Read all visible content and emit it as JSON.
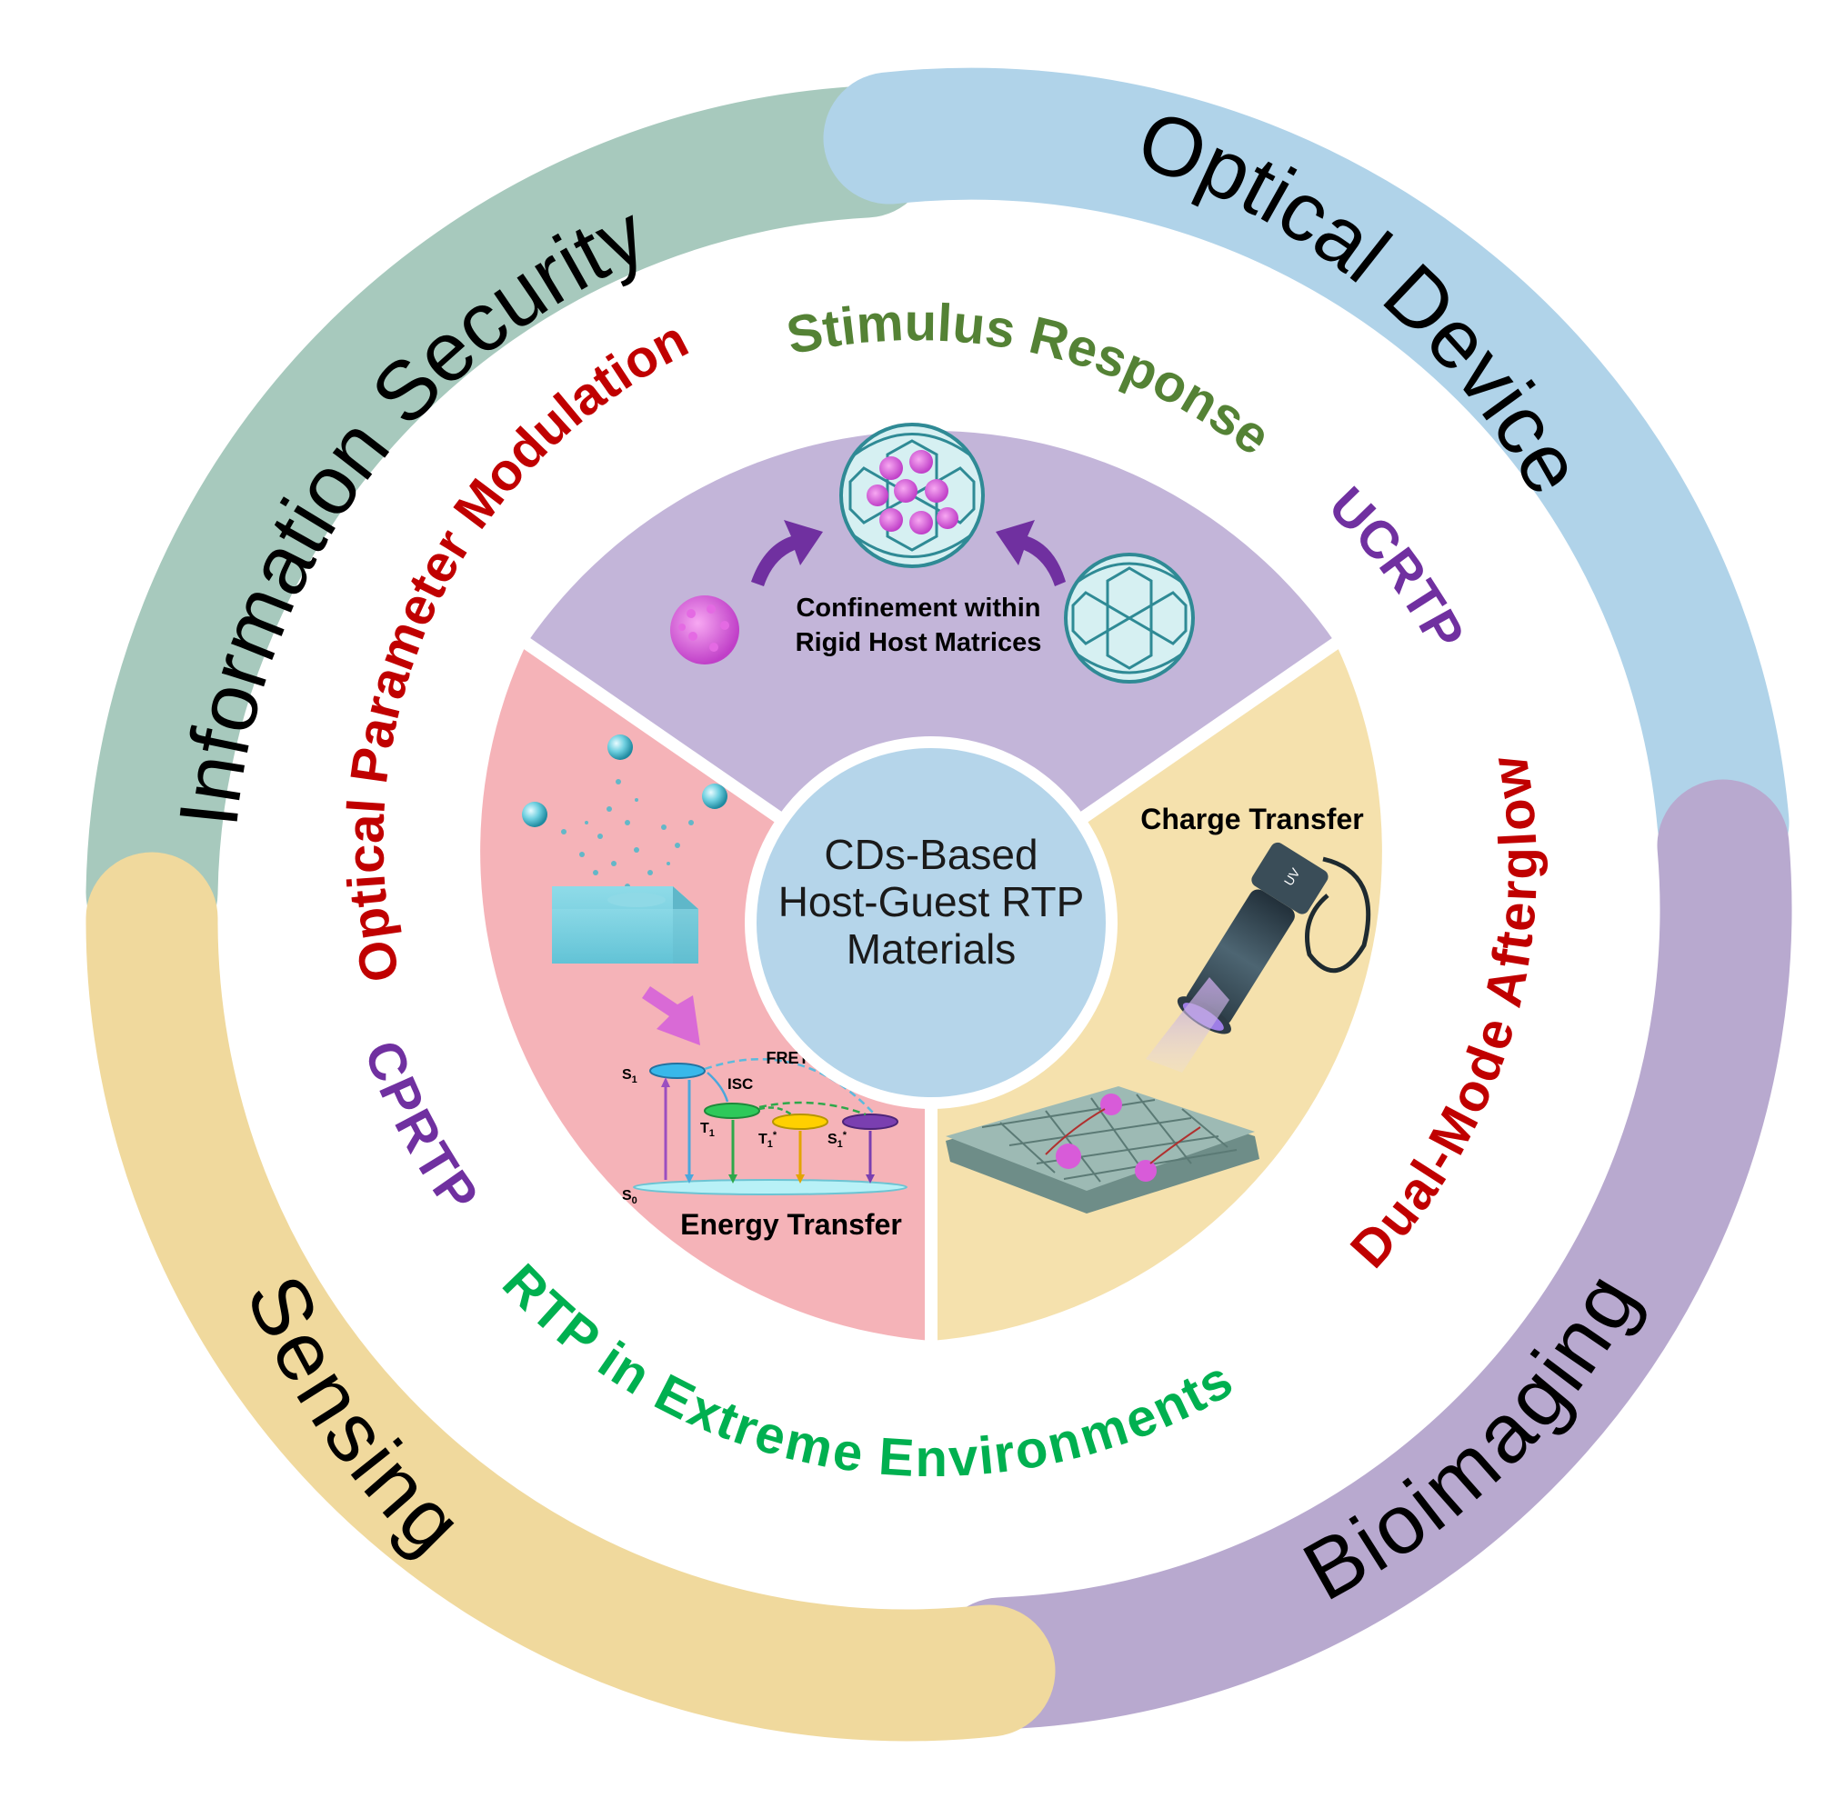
{
  "outer_ring": {
    "information_security": "Information Security",
    "optical_device": "Optical Device",
    "bioimaging": "Bioimaging",
    "sensing": "Sensing"
  },
  "middle_ring": {
    "stimulus_response": "Stimulus Response",
    "optical_parameter_modulation": "Optical Parameter Modulation",
    "ucrtp": "UCRTP",
    "dual_mode_afterglow": "Dual-Mode Afterglow",
    "cprtp": "CPRTP",
    "rtp_extreme": "RTP in Extreme Environments"
  },
  "center": {
    "line1": "CDs-Based",
    "line2": "Host-Guest RTP",
    "line3": "Materials"
  },
  "sectors": {
    "top": {
      "line1": "Confinement within",
      "line2": "Rigid Host Matrices"
    },
    "right": {
      "title": "Charge Transfer",
      "uv_label": "UV"
    },
    "left": {
      "title": "Energy Transfer",
      "fret": "FRET or Dexter",
      "isc": "ISC",
      "s1": "S",
      "s1_sub": "1",
      "t1": "T",
      "t1_sub": "1",
      "t1p": "T",
      "t1p_sub": "1",
      "t1p_sup": "*",
      "s1p": "S",
      "s1p_sub": "1",
      "s1p_sup": "*",
      "s0": "S",
      "s0_sub": "0"
    }
  },
  "colors": {
    "green_ring": "#a7c9bd",
    "blue_ring": "#b0d3e9",
    "purple_ring": "#b8a9cf",
    "yellow_ring": "#f0d99d",
    "sector_purple": "#c3b5d9",
    "sector_pink": "#f5b3b8",
    "sector_yellow": "#f5e1ad",
    "center_blue": "#b5d5ea",
    "red_text": "#c00000",
    "green_text_dark": "#548235",
    "green_text_bright": "#00b050",
    "purple_text": "#7030a0"
  }
}
